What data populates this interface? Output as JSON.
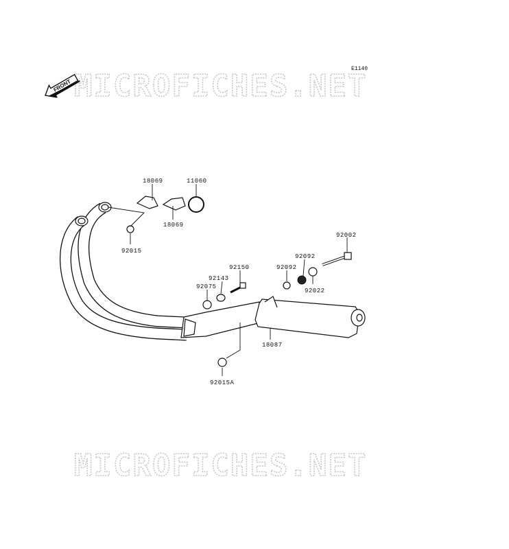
{
  "diagram": {
    "code": "E1140",
    "front_label": "FRONT",
    "watermark_top": "MICROFICHES.NET",
    "watermark_bottom": "MICROFICHES.NET",
    "parts": {
      "p18069a": "18069",
      "p18069b": "18069",
      "p11060": "11060",
      "p92015": "92015",
      "p92002": "92002",
      "p92150": "92150",
      "p92092a": "92092",
      "p92092b": "92092",
      "p92143": "92143",
      "p92075": "92075",
      "p92022": "92022",
      "p18087": "18087",
      "p92015A": "92015A"
    }
  }
}
